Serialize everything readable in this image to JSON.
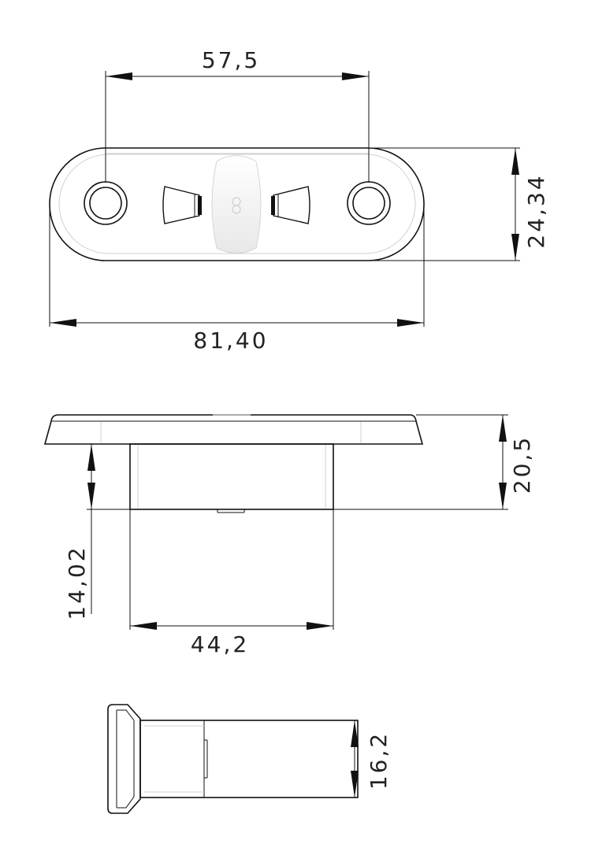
{
  "top_view": {
    "hole_spacing": "57,5",
    "overall_length": "81,40",
    "overall_height": "24,34"
  },
  "side_view": {
    "total_depth": "20,5",
    "body_depth": "14,02",
    "body_width": "44,2"
  },
  "end_view": {
    "body_height": "16,2"
  }
}
